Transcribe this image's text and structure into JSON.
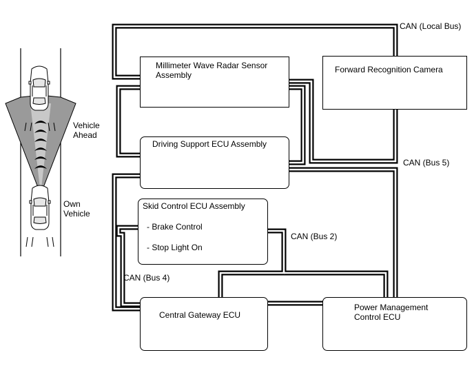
{
  "labels": {
    "vehicle_ahead": "Vehicle\nAhead",
    "own_vehicle": "Own\nVehicle",
    "can_local": "CAN (Local Bus)",
    "can_bus5": "CAN (Bus 5)",
    "can_bus2": "CAN (Bus 2)",
    "can_bus4": "CAN (Bus 4)"
  },
  "components": {
    "radar": "Millimeter Wave Radar Sensor\nAssembly",
    "camera": "Forward Recognition Camera",
    "driving_support": "Driving Support ECU Assembly",
    "skid_control": {
      "title": "Skid Control ECU Assembly",
      "items": [
        "- Brake Control",
        "- Stop Light On"
      ]
    },
    "gateway": "Central Gateway ECU",
    "power_mgmt": "Power Management\nControl ECU"
  },
  "colors": {
    "line": "#000000",
    "beam": "#9a9a9a",
    "beam_light": "#c8c8c8"
  }
}
